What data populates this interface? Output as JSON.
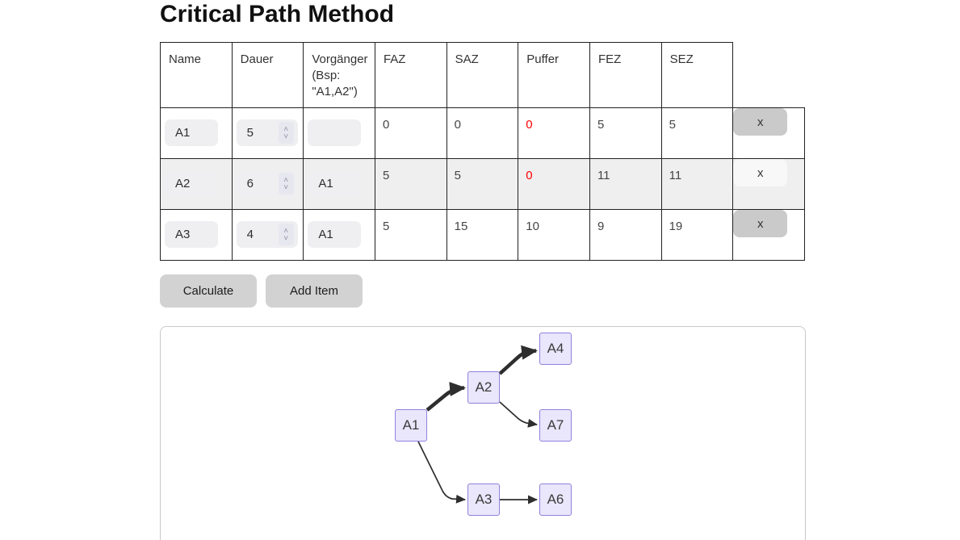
{
  "page": {
    "title": "Critical Path Method"
  },
  "table": {
    "headers": [
      "Name",
      "Dauer",
      "Vorgänger (Bsp: \"A1,A2\")",
      "FAZ",
      "SAZ",
      "Puffer",
      "FEZ",
      "SEZ"
    ],
    "rows": [
      {
        "name": "A1",
        "dauer": "5",
        "vorgaenger": "",
        "faz": "0",
        "saz": "0",
        "puffer": "0",
        "fez": "5",
        "sez": "5",
        "delete": "x"
      },
      {
        "name": "A2",
        "dauer": "6",
        "vorgaenger": "A1",
        "faz": "5",
        "saz": "5",
        "puffer": "0",
        "fez": "11",
        "sez": "11",
        "delete": "x"
      },
      {
        "name": "A3",
        "dauer": "4",
        "vorgaenger": "A1",
        "faz": "5",
        "saz": "15",
        "puffer": "10",
        "fez": "9",
        "sez": "19",
        "delete": "x"
      }
    ]
  },
  "actions": {
    "calculate": "Calculate",
    "add_item": "Add Item"
  },
  "icons": {
    "spinner_up": "˄",
    "spinner_down": "˅"
  },
  "diagram": {
    "nodes": [
      {
        "label": "A1"
      },
      {
        "label": "A2"
      },
      {
        "label": "A3"
      },
      {
        "label": "A4"
      },
      {
        "label": "A7"
      },
      {
        "label": "A6"
      }
    ],
    "edges": [
      {
        "from": "A1",
        "to": "A2",
        "critical": true
      },
      {
        "from": "A2",
        "to": "A4",
        "critical": true
      },
      {
        "from": "A2",
        "to": "A7",
        "critical": false
      },
      {
        "from": "A1",
        "to": "A3",
        "critical": false
      },
      {
        "from": "A3",
        "to": "A6",
        "critical": false
      }
    ]
  },
  "colors": {
    "critical_text": "#ff0000",
    "node_fill": "#eae6fb",
    "node_border": "#9181dd",
    "edge": "#2e2e2e",
    "row_stripe": "#efefef",
    "button_bg": "#d2d2d2",
    "delete_button_bg": "#cacaca"
  }
}
